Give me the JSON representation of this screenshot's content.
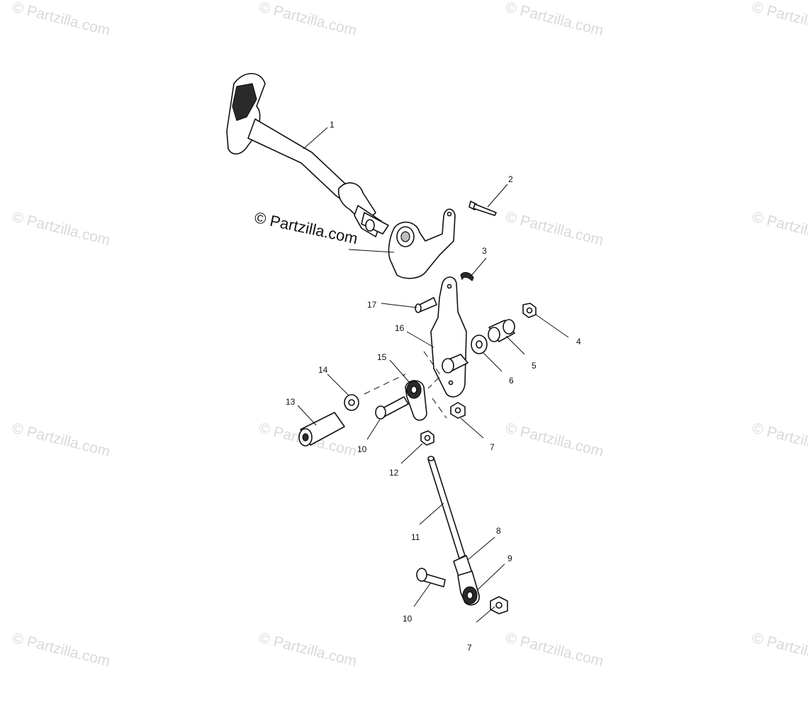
{
  "diagram": {
    "source_watermark": "© Partzilla.com",
    "callouts": [
      {
        "id": "c1",
        "label": "1"
      },
      {
        "id": "c2",
        "label": "2"
      },
      {
        "id": "c3",
        "label": "3"
      },
      {
        "id": "c4",
        "label": "4"
      },
      {
        "id": "c5",
        "label": "5"
      },
      {
        "id": "c6",
        "label": "6"
      },
      {
        "id": "c7a",
        "label": "7"
      },
      {
        "id": "c7b",
        "label": "7"
      },
      {
        "id": "c8",
        "label": "8"
      },
      {
        "id": "c9",
        "label": "9"
      },
      {
        "id": "c10a",
        "label": "10"
      },
      {
        "id": "c10b",
        "label": "10"
      },
      {
        "id": "c11",
        "label": "11"
      },
      {
        "id": "c12",
        "label": "12"
      },
      {
        "id": "c13",
        "label": "13"
      },
      {
        "id": "c14",
        "label": "14"
      },
      {
        "id": "c15",
        "label": "15"
      },
      {
        "id": "c16",
        "label": "16"
      },
      {
        "id": "c17",
        "label": "17"
      }
    ]
  }
}
